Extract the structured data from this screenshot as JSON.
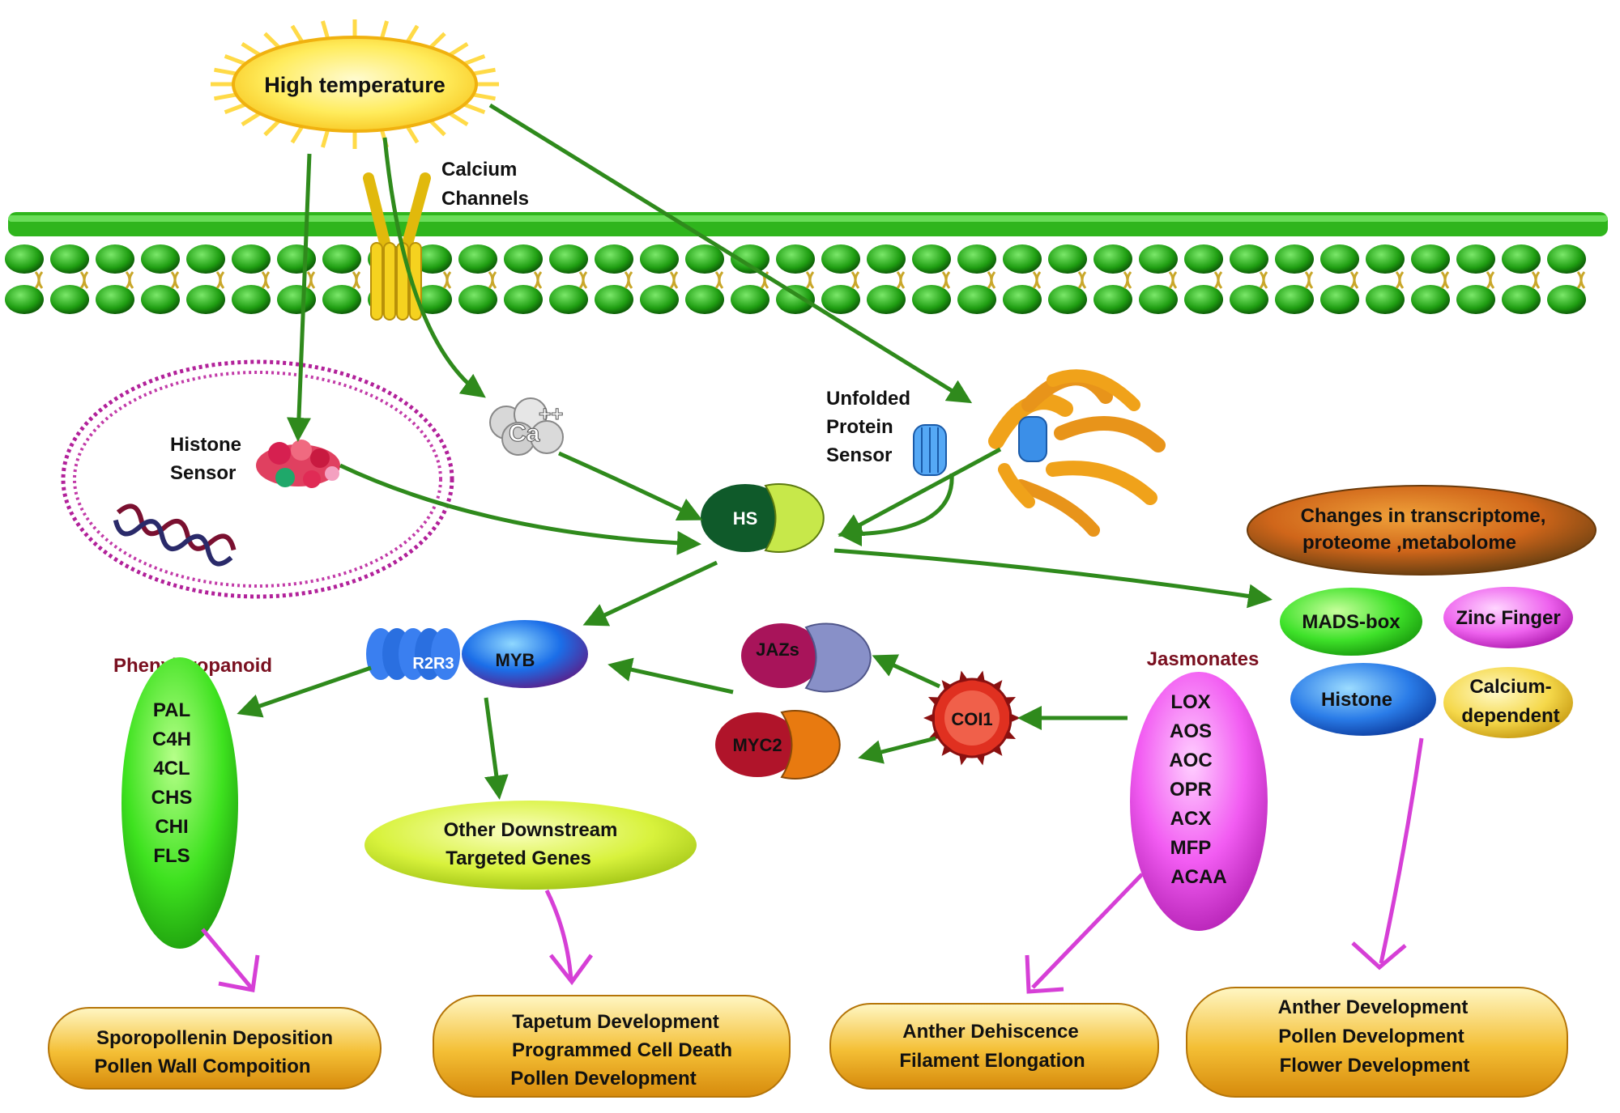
{
  "stimulus": {
    "label": "High temperature"
  },
  "membrane": {
    "channel_label": [
      "Calcium",
      "Channels"
    ]
  },
  "sensors": {
    "histone": [
      "Histone",
      "Sensor"
    ],
    "unfolded_protein": [
      "Unfolded",
      "Protein",
      "Sensor"
    ],
    "calcium_ion": "Ca",
    "calcium_charge": "++"
  },
  "hub": {
    "hs": "HS"
  },
  "myb": {
    "r2r3": "R2R3",
    "myb": "MYB"
  },
  "phenylpropanoid": {
    "title": "Phenylpropanoid",
    "genes": [
      "PAL",
      "C4H",
      "4CL",
      "CHS",
      "CHI",
      "FLS"
    ]
  },
  "downstream": [
    "Other Downstream",
    "Targeted Genes"
  ],
  "jasmonate_signal": {
    "jazs": "JAZs",
    "myc2": "MYC2",
    "coi1": "COI1"
  },
  "jasmonates": {
    "title": "Jasmonates",
    "genes": [
      "LOX",
      "AOS",
      "AOC",
      "OPR",
      "ACX",
      "MFP",
      "ACAA"
    ]
  },
  "omics": [
    "Changes in transcriptome,",
    "proteome ,metabolome"
  ],
  "tf_families": {
    "mads": "MADS-box",
    "zinc": "Zinc Finger",
    "histone": "Histone",
    "calcium": [
      "Calcium-",
      "dependent"
    ]
  },
  "outcomes": [
    {
      "lines": [
        "Sporopollenin Deposition",
        "Pollen Wall Compoition"
      ]
    },
    {
      "lines": [
        "Tapetum Development",
        "Programmed Cell Death",
        "Pollen Development"
      ]
    },
    {
      "lines": [
        "Anther Dehiscence",
        "Filament Elongation"
      ]
    },
    {
      "lines": [
        "Anther Development",
        "Pollen Development",
        "Flower Development"
      ]
    }
  ],
  "colors": {
    "arrow_green": "#2f8a1c",
    "arrow_magenta": "#d63fd6",
    "membrane_green": "#2fb51c",
    "outcome_orange": "#e8a21a",
    "sun_yellow": "#ffe23a"
  }
}
